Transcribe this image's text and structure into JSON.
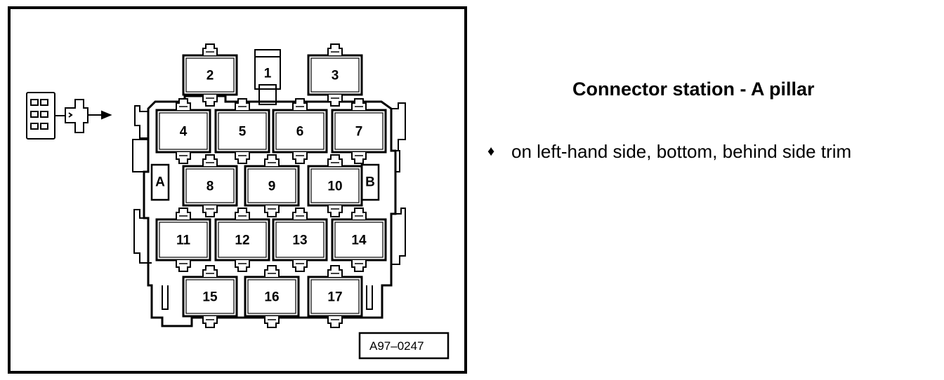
{
  "diagram": {
    "pins": [
      {
        "label": "1"
      },
      {
        "label": "2"
      },
      {
        "label": "3"
      },
      {
        "label": "4"
      },
      {
        "label": "5"
      },
      {
        "label": "6"
      },
      {
        "label": "7"
      },
      {
        "label": "8"
      },
      {
        "label": "9"
      },
      {
        "label": "10"
      },
      {
        "label": "11"
      },
      {
        "label": "12"
      },
      {
        "label": "13"
      },
      {
        "label": "14"
      },
      {
        "label": "15"
      },
      {
        "label": "16"
      },
      {
        "label": "17"
      }
    ],
    "side_label_a": "A",
    "side_label_b": "B",
    "reference_code": "A97–0247"
  },
  "title": "Connector station - A pillar",
  "note": {
    "bullet": "♦",
    "text": "on left-hand side, bottom, behind side trim"
  }
}
